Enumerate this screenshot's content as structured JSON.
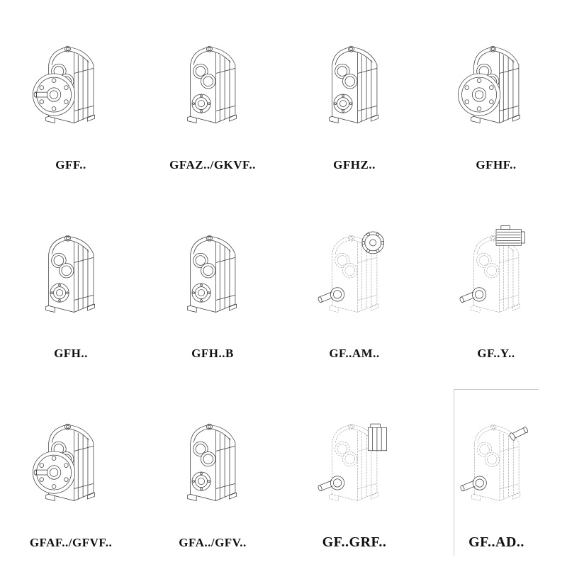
{
  "colors": {
    "ink": "#3a3a3a",
    "ghost": "#9a9a9a",
    "background": "#ffffff",
    "label_text": "#101010"
  },
  "cells": [
    {
      "name": "gff",
      "label": "GFF..",
      "drawing": "parallel-shaft gear unit with round output flange and solid output shaft"
    },
    {
      "name": "gfaz-gkvf",
      "label": "GFAZ../GKVF..",
      "drawing": "parallel-shaft gear unit with hollow output hub and top input bores"
    },
    {
      "name": "gfhz",
      "label": "GFHZ..",
      "drawing": "parallel-shaft gear unit with shrink-disc hollow hub"
    },
    {
      "name": "gfhf",
      "label": "GFHF..",
      "drawing": "parallel-shaft gear unit with bolt-hole output flange"
    },
    {
      "name": "gfh",
      "label": "GFH..",
      "drawing": "foot-mounted parallel-shaft gear unit with hollow hub"
    },
    {
      "name": "gfh-b",
      "label": "GFH..B",
      "drawing": "foot-mounted parallel-shaft gear unit with hollow hub, base variant"
    },
    {
      "name": "gf-am",
      "label": "GF..AM..",
      "drawing": "phantom gear unit with IEC motor adapter flange and output shaft"
    },
    {
      "name": "gf-y",
      "label": "GF..Y..",
      "drawing": "phantom gear unit with mounted finned motor"
    },
    {
      "name": "gfaf-gfvf",
      "label": "GFAF../GFVF..",
      "drawing": "parallel-shaft gear unit with output flange and solid shaft"
    },
    {
      "name": "gfa-gfv",
      "label": "GFA../GFV..",
      "drawing": "parallel-shaft gear unit with hollow output hub"
    },
    {
      "name": "gf-grf",
      "label": "GF..GRF..",
      "drawing": "phantom gear unit with side-mounted adapter box and output shaft"
    },
    {
      "name": "gf-ad",
      "label": "GF..AD..",
      "drawing": "phantom gear unit with free input shaft and output shaft"
    }
  ]
}
